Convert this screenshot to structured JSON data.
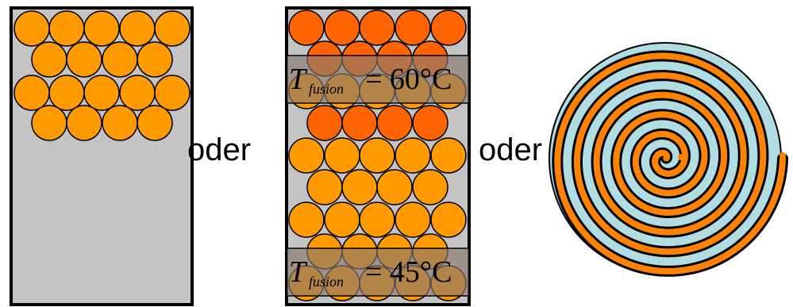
{
  "colors": {
    "container_fill": "#c4c4c4",
    "border": "#000000",
    "ball_light": "#ff9a00",
    "ball_dark": "#ff6400",
    "band_fill": "#8a7a6e",
    "spiral_bg": "#b1dce1",
    "spiral_band": "#ff8200",
    "spiral_dot": "#ff8200"
  },
  "connectors": {
    "first": "oder",
    "second": "oder"
  },
  "labels": {
    "upper": {
      "symbol": "T",
      "subscript": "fusion",
      "relation": "= 60°C"
    },
    "lower": {
      "symbol": "T",
      "subscript": "fusion",
      "relation": "= 45°C"
    }
  }
}
